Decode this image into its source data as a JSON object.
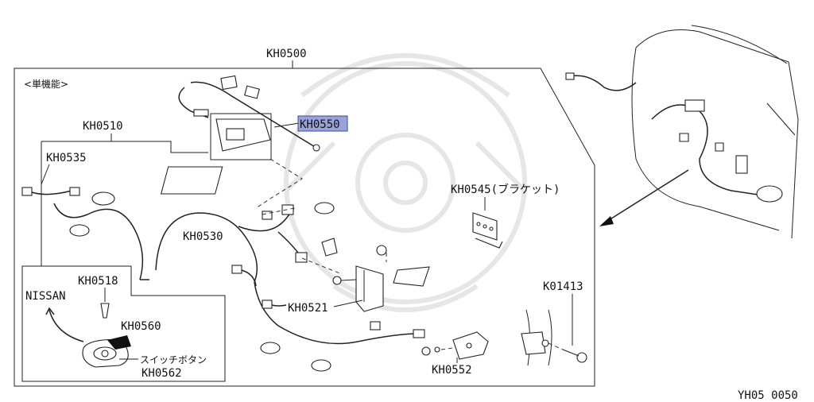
{
  "labels": {
    "kh0500": "KH0500",
    "single_function": "<単機能>",
    "kh0510": "KH0510",
    "kh0535": "KH0535",
    "kh0550": "KH0550",
    "kh0545": "KH0545(ブラケット)",
    "kh0530": "KH0530",
    "kh0518": "KH0518",
    "nissan": "NISSAN",
    "kh0560": "KH0560",
    "switch_button": "スイッチボタン",
    "kh0562": "KH0562",
    "kh0521": "KH0521",
    "k01413": "K01413",
    "kh0552": "KH0552",
    "diagram_code": "YH05 0050"
  },
  "highlight": {
    "part": "KH0550",
    "color": "#9aa3d9"
  },
  "colors": {
    "line": "#222222",
    "background": "#ffffff",
    "watermark": "#e6e6e6"
  }
}
